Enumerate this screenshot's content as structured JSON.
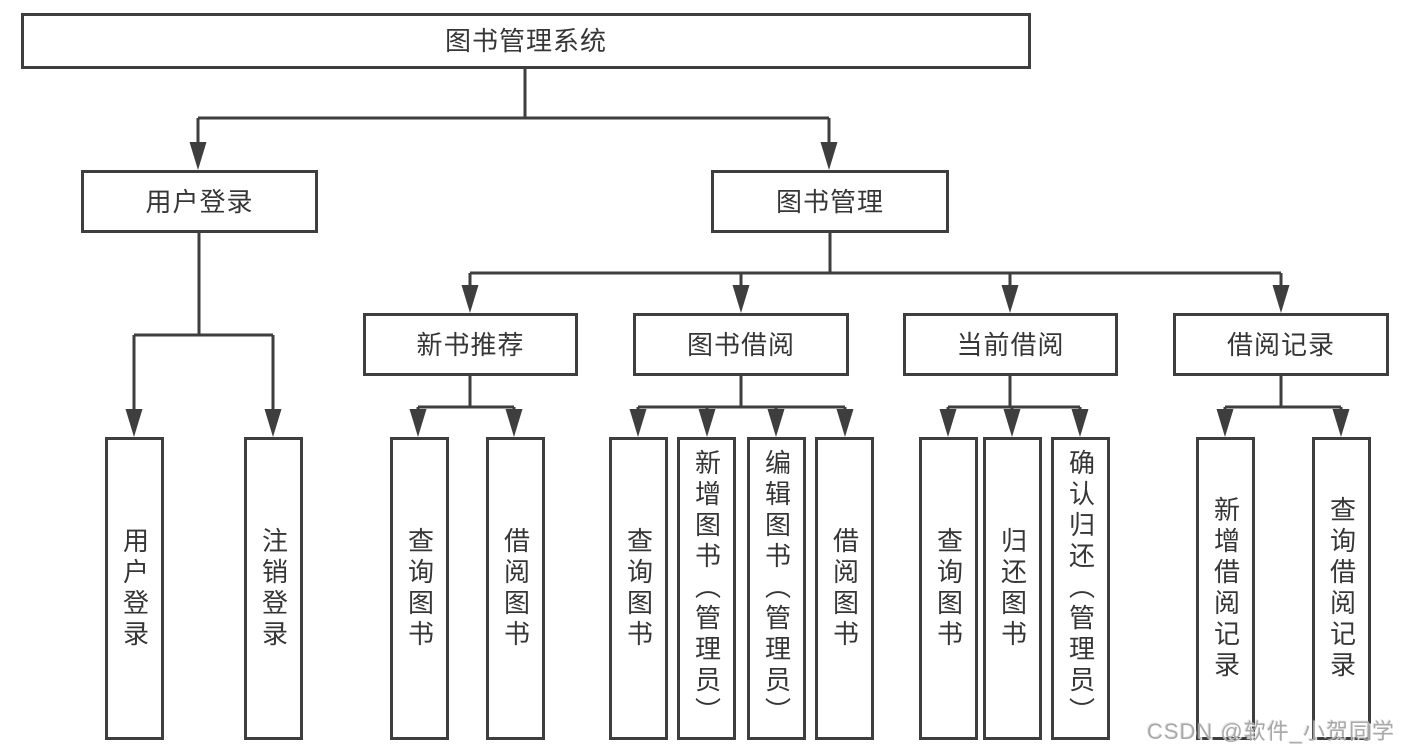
{
  "diagram_title": "图书管理系统",
  "nodes": {
    "root": "图书管理系统",
    "user_login": "用户登录",
    "book_management": "图书管理",
    "new_book_recommend": "新书推荐",
    "book_borrow": "图书借阅",
    "current_borrow": "当前借阅",
    "borrow_records": "借阅记录",
    "ul_user_login": "用户登录",
    "ul_logout": "注销登录",
    "nb_query_books": "查询图书",
    "nb_borrow_books": "借阅图书",
    "bb_query_books": "查询图书",
    "bb_add_books": "新增图书（管理员）",
    "bb_edit_books": "编辑图书（管理员）",
    "bb_borrow_books": "借阅图书",
    "cb_query_books": "查询图书",
    "cb_return_books": "归还图书",
    "cb_confirm_return": "确认归还（管理员）",
    "br_add_record": "新增借阅记录",
    "br_query_record": "查询借阅记录"
  },
  "watermark": "CSDN @软件_小贺同学",
  "colors": {
    "line": "#3e3e3e",
    "box_background": "#ffffff",
    "text": "#363636",
    "watermark": "#a9a9a9"
  }
}
